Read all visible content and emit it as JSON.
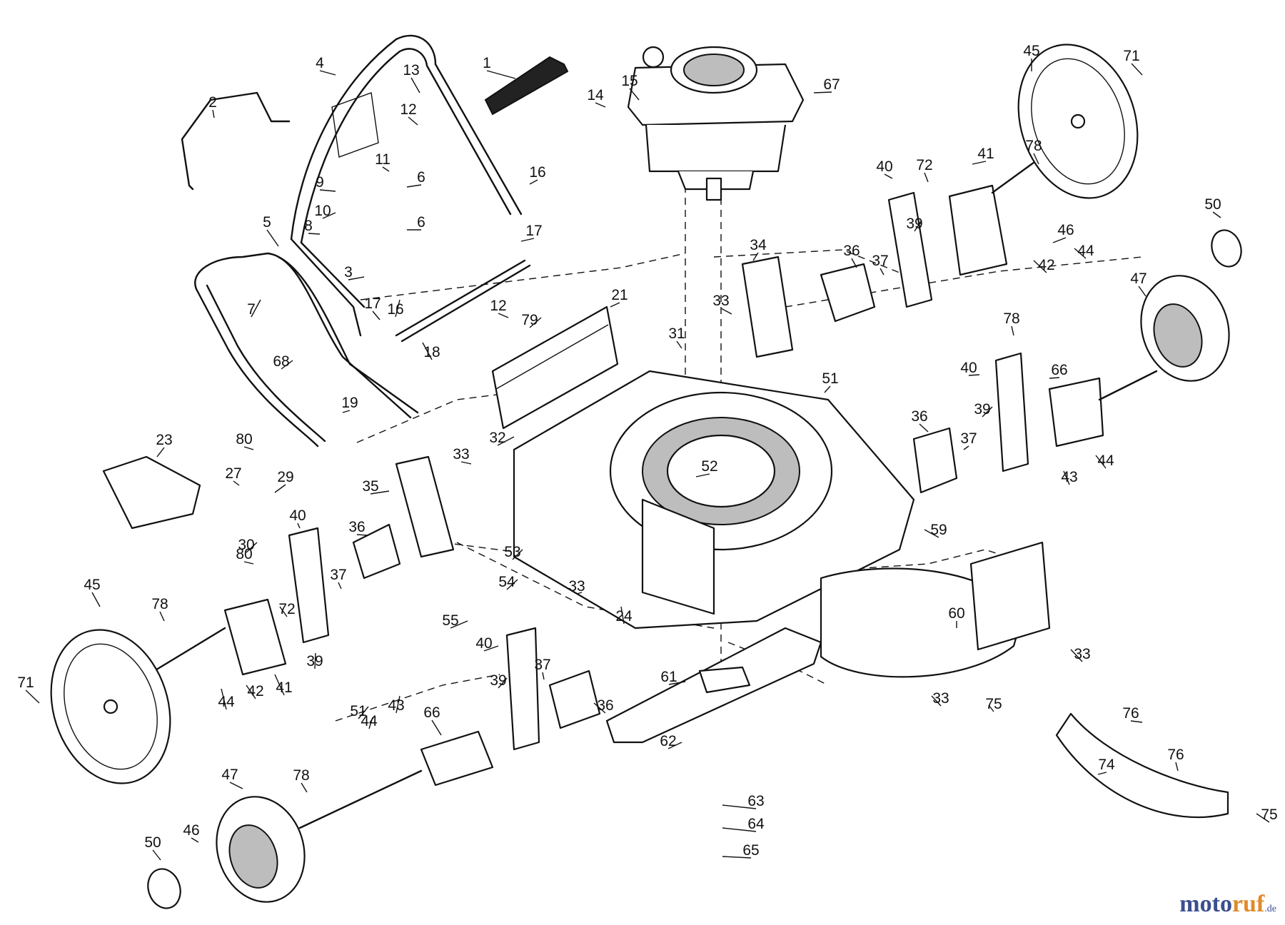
{
  "parts": [
    "1",
    "2",
    "3",
    "4",
    "5",
    "6",
    "6",
    "7",
    "8",
    "9",
    "10",
    "11",
    "12",
    "12",
    "13",
    "14",
    "15",
    "16",
    "16",
    "17",
    "17",
    "18",
    "19",
    "21",
    "23",
    "24",
    "27",
    "29",
    "30",
    "31",
    "32",
    "33",
    "33",
    "33",
    "33",
    "33",
    "34",
    "35",
    "36",
    "36",
    "36",
    "36",
    "37",
    "37",
    "37",
    "37",
    "39",
    "39",
    "39",
    "39",
    "40",
    "40",
    "40",
    "40",
    "41",
    "41",
    "42",
    "42",
    "43",
    "43",
    "44",
    "44",
    "44",
    "44",
    "45",
    "45",
    "46",
    "46",
    "47",
    "47",
    "50",
    "50",
    "51",
    "51",
    "52",
    "53",
    "54",
    "55",
    "59",
    "60",
    "61",
    "62",
    "63",
    "64",
    "65",
    "66",
    "66",
    "67",
    "68",
    "71",
    "71",
    "72",
    "72",
    "74",
    "75",
    "75",
    "76",
    "76",
    "78",
    "78",
    "78",
    "78",
    "79",
    "80",
    "80"
  ],
  "watermark": {
    "brand": "motoruf",
    "tld": ".de",
    "colors": {
      "primary": "#3a4f8f",
      "accent": "#e08a2a"
    }
  }
}
